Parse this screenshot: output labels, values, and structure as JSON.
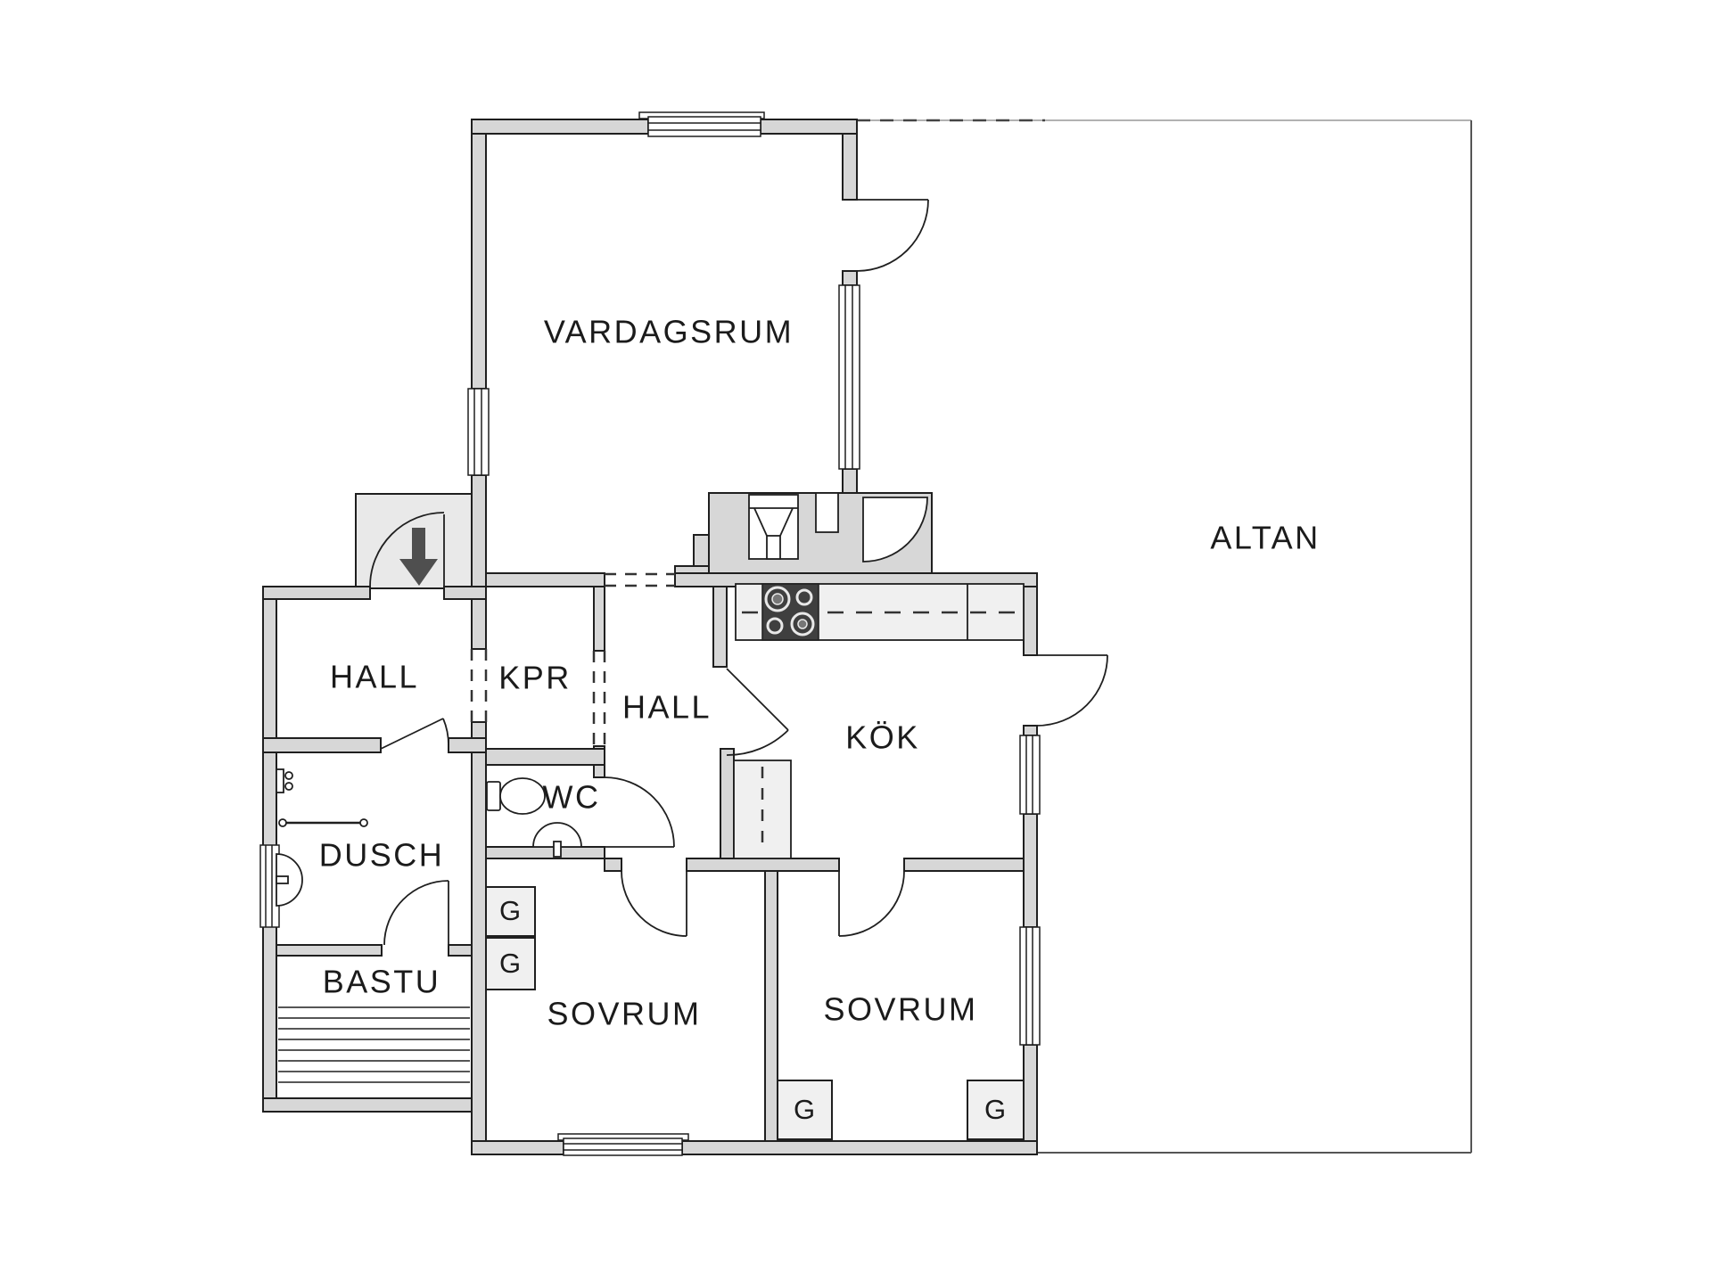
{
  "plan": {
    "rooms": {
      "vardagsrum": "VARDAGSRUM",
      "altan": "ALTAN",
      "hall_entry": "HALL",
      "kpr": "KPR",
      "hall_center": "HALL",
      "kok": "KÖK",
      "wc": "WC",
      "dusch": "DUSCH",
      "bastu": "BASTU",
      "sovrum_left": "SOVRUM",
      "sovrum_right": "SOVRUM"
    },
    "closets": {
      "g1": "G",
      "g2": "G",
      "g3": "G",
      "g4": "G"
    },
    "icons": {
      "entry_arrow": "arrow-down-entry",
      "stove": "four-burner-stove",
      "fireplace": "chimney-fireplace",
      "toilet": "toilet",
      "washbasin_wc": "washbasin",
      "washbasin_dusch": "washbasin",
      "shower_mixer": "shower-mixer",
      "towel_rail": "towel-rail",
      "sauna_benches": "sauna-benches"
    },
    "colors": {
      "floor": "#ffffff",
      "wall_fill": "#d7d7d7",
      "wall_line": "#1f1f1f",
      "porch_fill": "#e9e9e9",
      "closet_fill": "#f0f0f0",
      "counter_fill": "#f0f0f0",
      "stove_fill": "#3f3f3f",
      "terrace_line": "#555555",
      "terrace_line_light": "#999999",
      "arrow": "#4f4f4f"
    }
  }
}
